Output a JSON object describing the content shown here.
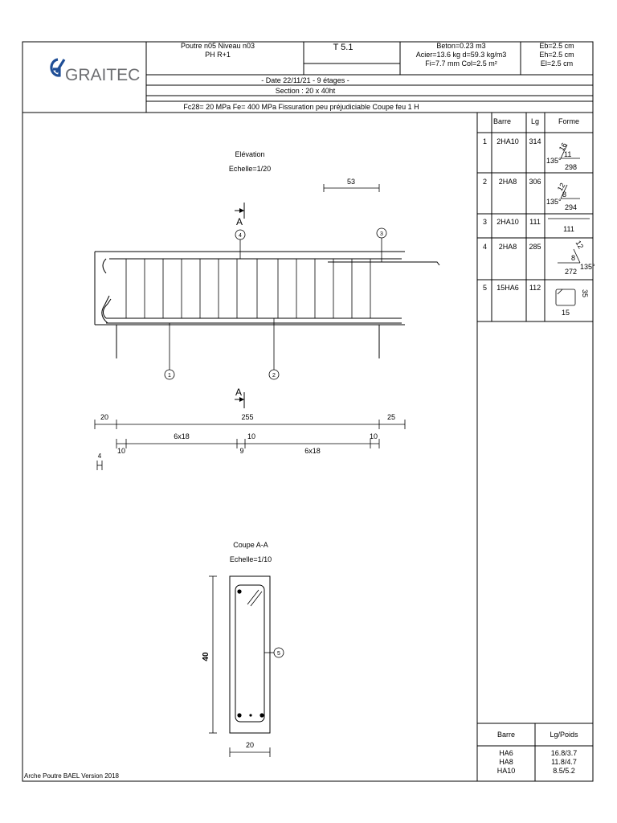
{
  "header": {
    "logo_text": "GRAITEC",
    "poutre_line1": "Poutre n05 Niveau n03",
    "poutre_line2": "PH R+1",
    "ref": "T 5.1",
    "quantities": [
      "Beton=0.23 m3",
      "Acier=13.6 kg d=59.3 kg/m3",
      "Fi=7.7 mm Col=2.5 m²"
    ],
    "enrobages": [
      "Eb=2.5 cm",
      "Eh=2.5 cm",
      "El=2.5 cm"
    ],
    "date_line": "- Date 22/11/21 - 9 étages -",
    "section_line": "Section : 20 x 40ht",
    "materials_line": "Fc28= 20 MPa Fe= 400 MPa Fissuration peu préjudiciable Coupe feu 1 H"
  },
  "elevation": {
    "title": "Elévation",
    "scale": "Echelle=1/20",
    "section_mark": "A",
    "dim_53": "53",
    "marks": [
      "1",
      "2",
      "3",
      "4"
    ],
    "dim_left": "20",
    "dim_span": "255",
    "dim_right": "25",
    "stirrups_left": "6x18",
    "stirrups_mid": "10",
    "stirrups_right_top": "10",
    "stirrups_start": "10",
    "stirrups_mid_bottom": "9",
    "stirrups_right": "6x18",
    "side_mark": "4"
  },
  "coupe": {
    "title": "Coupe A-A",
    "scale": "Echelle=1/10",
    "height_label": "40",
    "width_label": "20",
    "mark": "5"
  },
  "bar_table": {
    "headers": [
      "Barre",
      "Lg",
      "Forme"
    ],
    "rows": [
      {
        "num": "1",
        "barre": "2HA10",
        "lg": "314",
        "f1": "16",
        "f2": "11",
        "f3": "298",
        "angle": "135°"
      },
      {
        "num": "2",
        "barre": "2HA8",
        "lg": "306",
        "f1": "12",
        "f2": "8",
        "f3": "294",
        "angle": "135°"
      },
      {
        "num": "3",
        "barre": "2HA10",
        "lg": "111",
        "f1": "111"
      },
      {
        "num": "4",
        "barre": "2HA8",
        "lg": "285",
        "f1": "12",
        "f2": "8",
        "f3": "272",
        "angle": "135°"
      },
      {
        "num": "5",
        "barre": "15HA6",
        "lg": "112",
        "f1": "35",
        "f2": "15"
      }
    ]
  },
  "weight_table": {
    "headers": [
      "Barre",
      "Lg/Poids"
    ],
    "rows": [
      {
        "barre": "HA6",
        "value": "16.8/3.7"
      },
      {
        "barre": "HA8",
        "value": "11.8/4.7"
      },
      {
        "barre": "HA10",
        "value": "8.5/5.2"
      }
    ]
  },
  "footer": "Arche Poutre BAEL Version 2018",
  "colors": {
    "ink": "#000000",
    "logo_blue": "#1f4e96",
    "logo_gray": "#6d6e71"
  }
}
